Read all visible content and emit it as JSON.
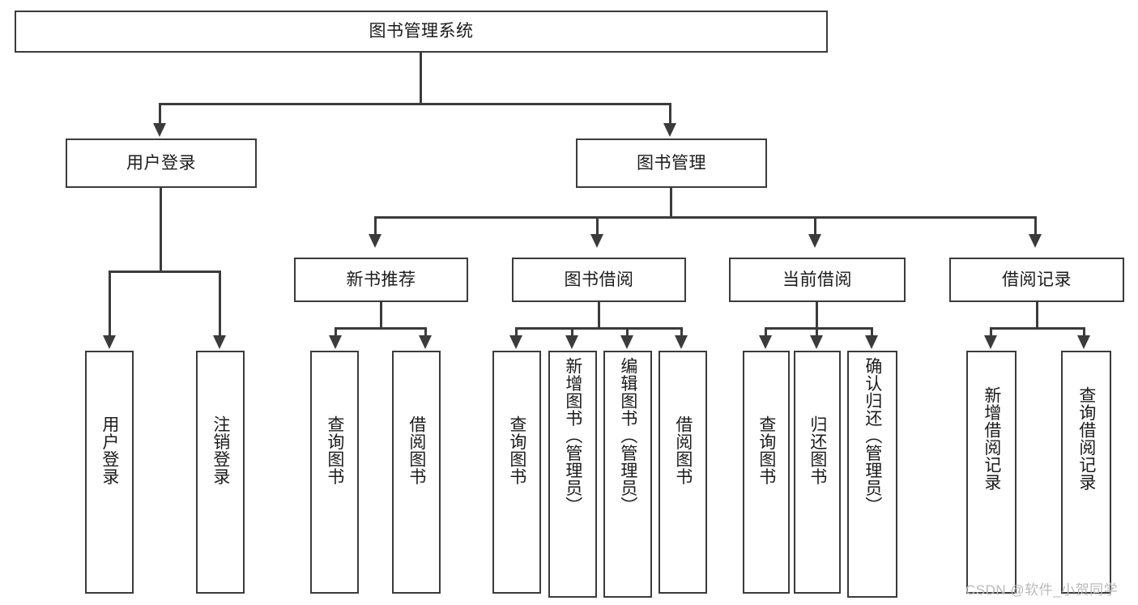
{
  "diagram": {
    "title": "图书管理系统",
    "type": "tree",
    "root": {
      "id": "root",
      "label": "图书管理系统"
    },
    "level2": [
      {
        "id": "user-login",
        "label": "用户登录"
      },
      {
        "id": "book-manage",
        "label": "图书管理"
      }
    ],
    "level3": [
      {
        "id": "new-book-recommend",
        "label": "新书推荐",
        "parent": "book-manage"
      },
      {
        "id": "book-borrow",
        "label": "图书借阅",
        "parent": "book-manage"
      },
      {
        "id": "current-borrow",
        "label": "当前借阅",
        "parent": "book-manage"
      },
      {
        "id": "borrow-record",
        "label": "借阅记录",
        "parent": "book-manage"
      }
    ],
    "leaves": {
      "user_login": [
        {
          "id": "leaf-user-login",
          "label": "用户登录"
        },
        {
          "id": "leaf-logout-login",
          "label": "注销登录"
        }
      ],
      "new_book_recommend": [
        {
          "id": "leaf-query-book-1",
          "label": "查询图书"
        },
        {
          "id": "leaf-borrow-book-1",
          "label": "借阅图书"
        }
      ],
      "book_borrow": [
        {
          "id": "leaf-query-book-2",
          "label": "查询图书"
        },
        {
          "id": "leaf-add-book",
          "label": "新增图书（管理员）"
        },
        {
          "id": "leaf-edit-book",
          "label": "编辑图书（管理员）"
        },
        {
          "id": "leaf-borrow-book-2",
          "label": "借阅图书"
        }
      ],
      "current_borrow": [
        {
          "id": "leaf-query-book-3",
          "label": "查询图书"
        },
        {
          "id": "leaf-return-book",
          "label": "归还图书"
        },
        {
          "id": "leaf-confirm-return",
          "label": "确认归还（管理员）"
        }
      ],
      "borrow_record": [
        {
          "id": "leaf-add-record",
          "label": "新增借阅记录"
        },
        {
          "id": "leaf-query-record",
          "label": "查询借阅记录"
        }
      ]
    }
  },
  "watermark": {
    "text": "CSDN @软件_小贺同学"
  },
  "colors": {
    "line": "#3b3b3b",
    "box_border": "#3b3b3b",
    "background": "#ffffff",
    "text": "#1b1b1b",
    "watermark": "#b9b9b9"
  }
}
